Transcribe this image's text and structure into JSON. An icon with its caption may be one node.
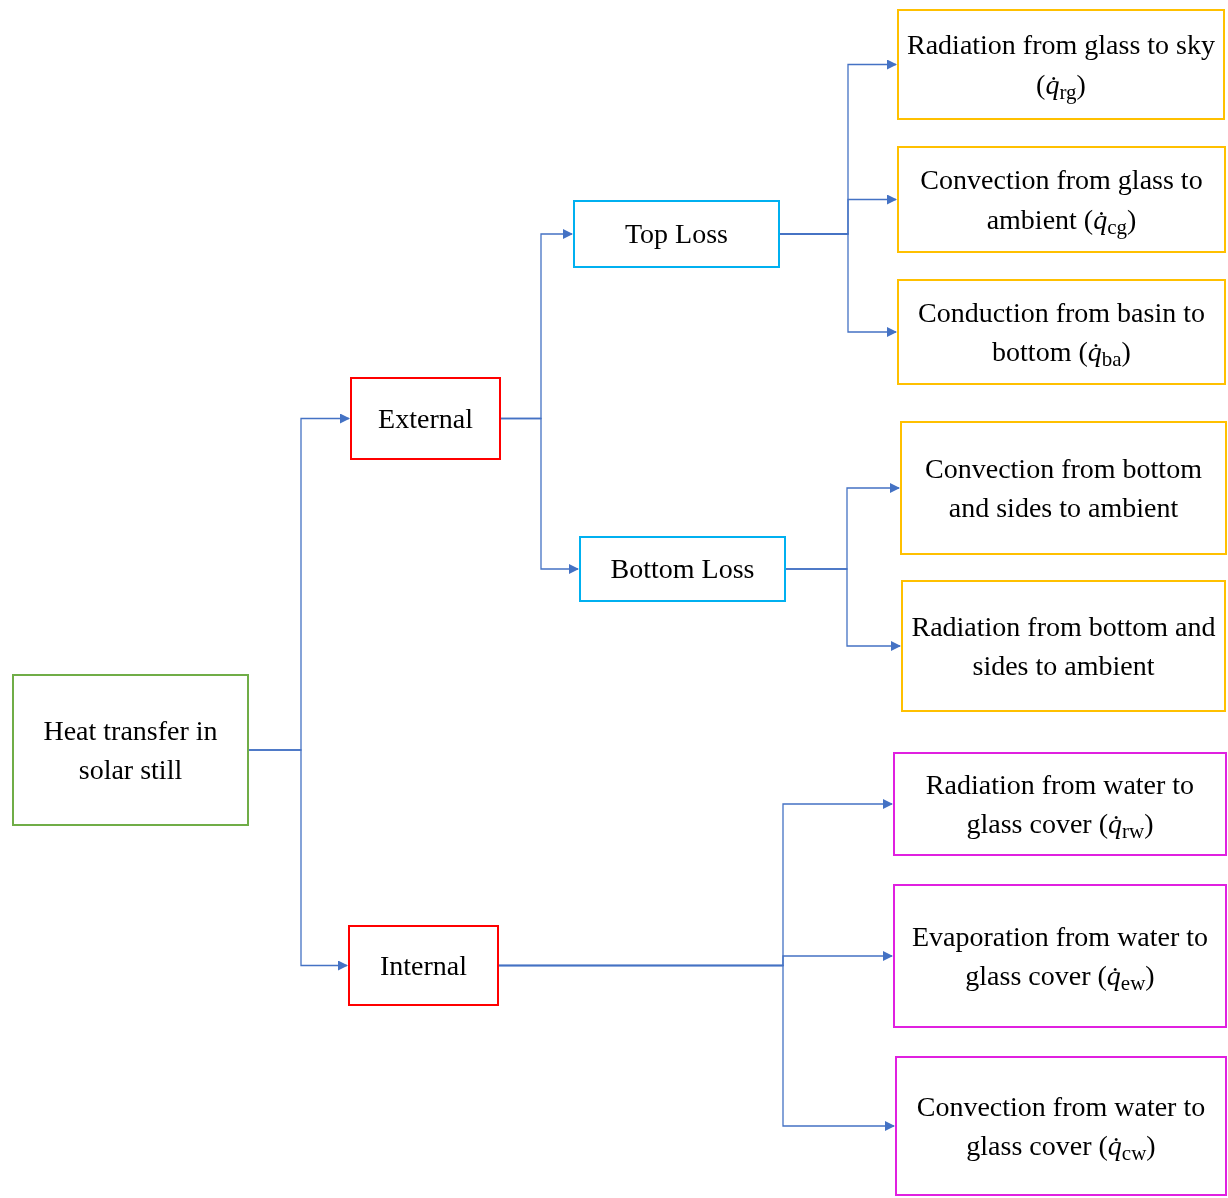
{
  "diagram": {
    "nodes": [
      {
        "text": [
          "Heat transfer in solar still"
        ]
      },
      {
        "text": [
          "External"
        ]
      },
      {
        "text": [
          "Internal"
        ]
      },
      {
        "text": [
          "Top Loss"
        ]
      },
      {
        "text": [
          "Bottom Loss"
        ]
      },
      {
        "text": [
          "Radiation from glass to sky (*q̇*$_{rg}$)"
        ]
      },
      {
        "text": [
          "Convection from glass to ambient (*q̇*$_{cg}$)"
        ]
      },
      {
        "text": [
          "Conduction from basin to bottom (*q̇*$_{ba}$)"
        ]
      },
      {
        "text": [
          "Convection from bottom and sides to ambient"
        ]
      },
      {
        "text": [
          "Radiation from bottom and sides to ambient"
        ]
      },
      {
        "text": [
          "Radiation from water to glass cover (*q̇*$_{rw}$)"
        ]
      },
      {
        "text": [
          "Evaporation from water to glass cover (*q̇*$_{ew}$)"
        ]
      },
      {
        "text": [
          "Convection from water to glass cover (*q̇*$_{cw}$)"
        ]
      }
    ],
    "edges": [
      {
        "from": 0,
        "to": 1,
        "arrow": "to"
      },
      {
        "from": 0,
        "to": 2,
        "arrow": "to"
      },
      {
        "from": 1,
        "to": 3,
        "arrow": "to"
      },
      {
        "from": 1,
        "to": 4,
        "arrow": "to"
      },
      {
        "from": 3,
        "to": 5,
        "arrow": "to"
      },
      {
        "from": 3,
        "to": 6,
        "arrow": "to"
      },
      {
        "from": 3,
        "to": 7,
        "arrow": "to"
      },
      {
        "from": 4,
        "to": 8,
        "arrow": "to"
      },
      {
        "from": 4,
        "to": 9,
        "arrow": "to"
      },
      {
        "from": 2,
        "to": 10,
        "arrow": "to"
      },
      {
        "from": 2,
        "to": 11,
        "arrow": "to"
      },
      {
        "from": 2,
        "to": 12,
        "arrow": "to"
      }
    ]
  }
}
